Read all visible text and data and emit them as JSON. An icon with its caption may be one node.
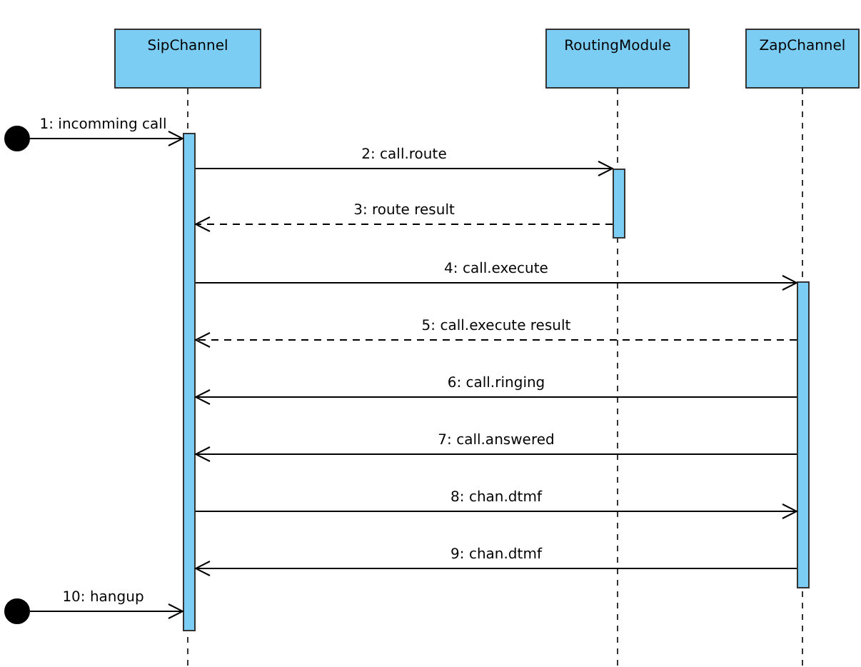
{
  "diagram": {
    "nodes": [
      {
        "text": [
          "SipChannel"
        ]
      },
      {
        "text": [
          "RoutingModule"
        ]
      },
      {
        "text": [
          "ZapChannel"
        ]
      },
      {
        "text": [],
        "shape": "bar"
      },
      {
        "text": [],
        "shape": "bar"
      },
      {
        "text": [],
        "shape": "bar"
      },
      {
        "text": [],
        "shape": "circle"
      },
      {
        "text": [],
        "shape": "circle"
      }
    ],
    "edges": [
      {
        "from": 6,
        "to": 3,
        "arrow": "to",
        "label": "1: incomming call"
      },
      {
        "from": 3,
        "to": 4,
        "arrow": "to",
        "label": "2: call.route"
      },
      {
        "from": 4,
        "to": 3,
        "arrow": "to",
        "label": "3: route result",
        "style": "dashed"
      },
      {
        "from": 3,
        "to": 5,
        "arrow": "to",
        "label": "4: call.execute"
      },
      {
        "from": 5,
        "to": 3,
        "arrow": "to",
        "label": "5: call.execute result",
        "style": "dashed"
      },
      {
        "from": 5,
        "to": 3,
        "arrow": "to",
        "label": "6: call.ringing"
      },
      {
        "from": 5,
        "to": 3,
        "arrow": "to",
        "label": "7: call.answered"
      },
      {
        "from": 3,
        "to": 5,
        "arrow": "to",
        "label": "8: chan.dtmf"
      },
      {
        "from": 5,
        "to": 3,
        "arrow": "to",
        "label": "9: chan.dtmf"
      },
      {
        "from": 7,
        "to": 3,
        "arrow": "to",
        "label": "10: hangup"
      }
    ]
  }
}
